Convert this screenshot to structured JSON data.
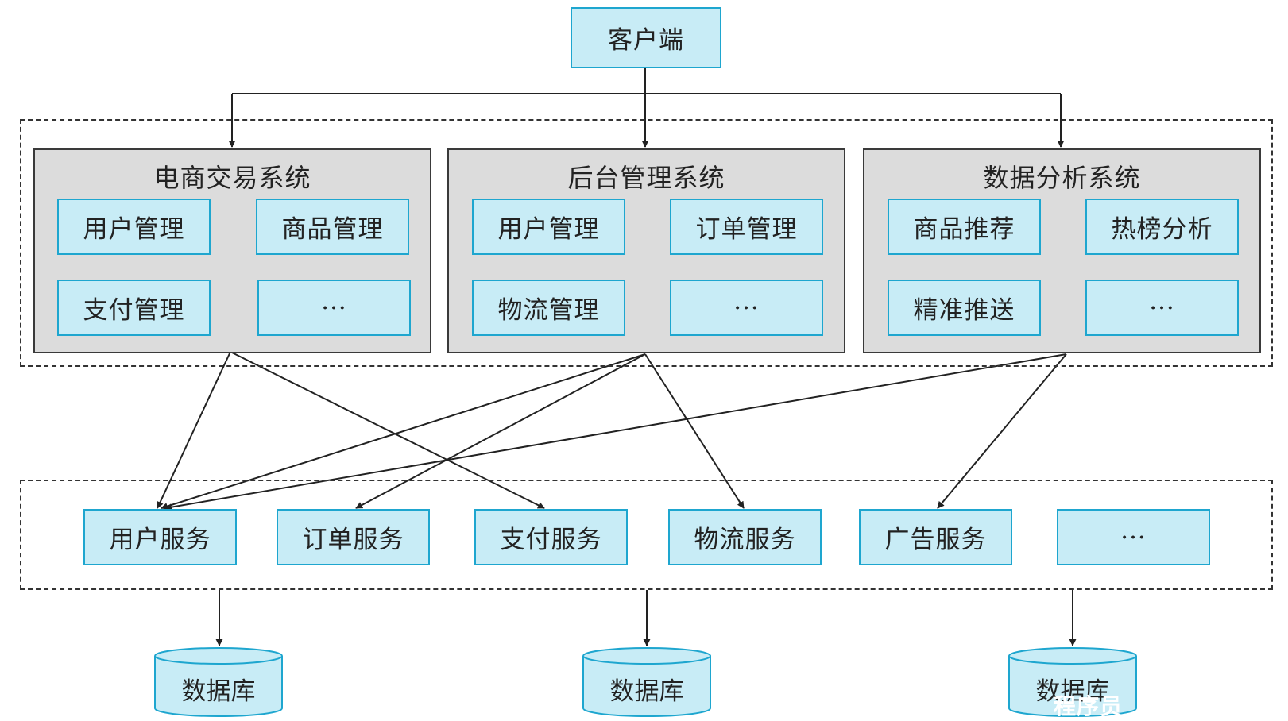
{
  "client": {
    "label": "客户端"
  },
  "systems": [
    {
      "title": "电商交易系统",
      "modules": [
        "用户管理",
        "商品管理",
        "支付管理",
        "···"
      ]
    },
    {
      "title": "后台管理系统",
      "modules": [
        "用户管理",
        "订单管理",
        "物流管理",
        "···"
      ]
    },
    {
      "title": "数据分析系统",
      "modules": [
        "商品推荐",
        "热榜分析",
        "精准推送",
        "···"
      ]
    }
  ],
  "services": [
    "用户服务",
    "订单服务",
    "支付服务",
    "物流服务",
    "广告服务",
    "···"
  ],
  "databases": [
    "数据库",
    "数据库",
    "数据库"
  ],
  "watermark": "程序员",
  "colors": {
    "box_fill": "#c8ecf6",
    "box_border": "#1ea6cf",
    "system_fill": "#dcdcdc",
    "line": "#222222"
  }
}
